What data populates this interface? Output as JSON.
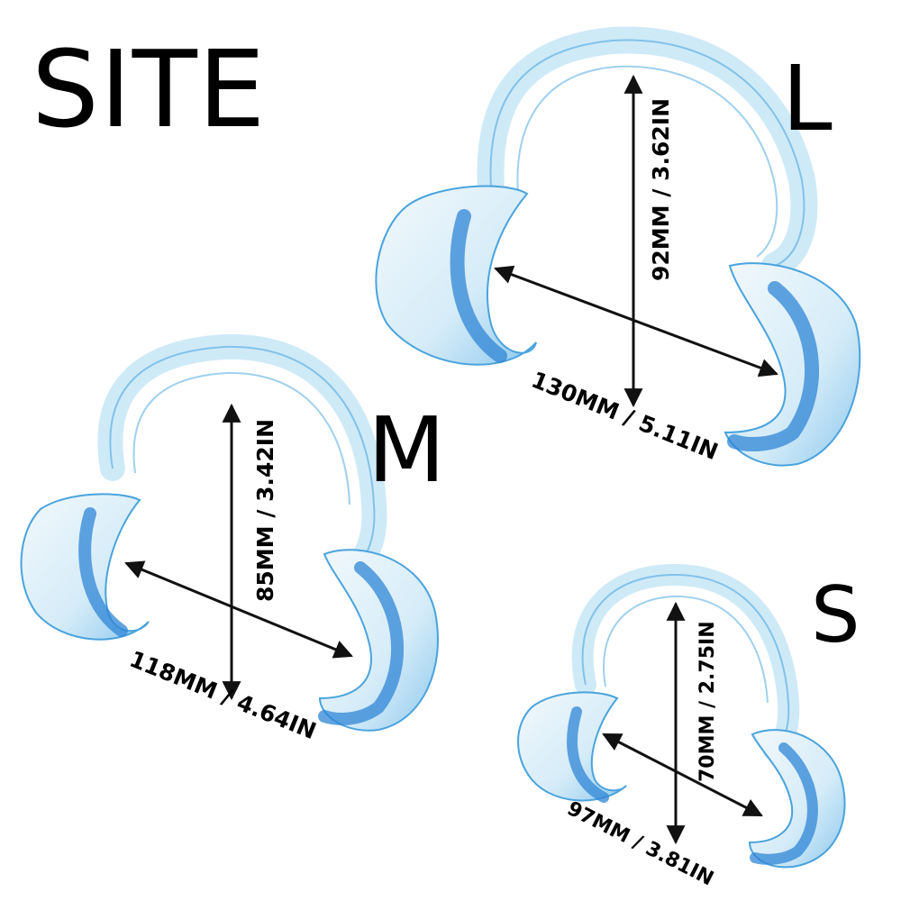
{
  "title": "SITE",
  "sizes": [
    {
      "label": "L",
      "height_text": "92MM / 3.62IN",
      "width_text": "130MM / 5.11IN"
    },
    {
      "label": "M",
      "height_text": "85MM / 3.42IN",
      "width_text": "118MM / 4.64IN"
    },
    {
      "label": "S",
      "height_text": "70MM / 2.75IN",
      "width_text": "97MM / 3.81IN"
    }
  ],
  "colors": {
    "retractor_fill": "#cfeaf7",
    "retractor_edge": "#4aa3dd",
    "retractor_deep": "#1d78d0",
    "arrow": "#111111"
  }
}
